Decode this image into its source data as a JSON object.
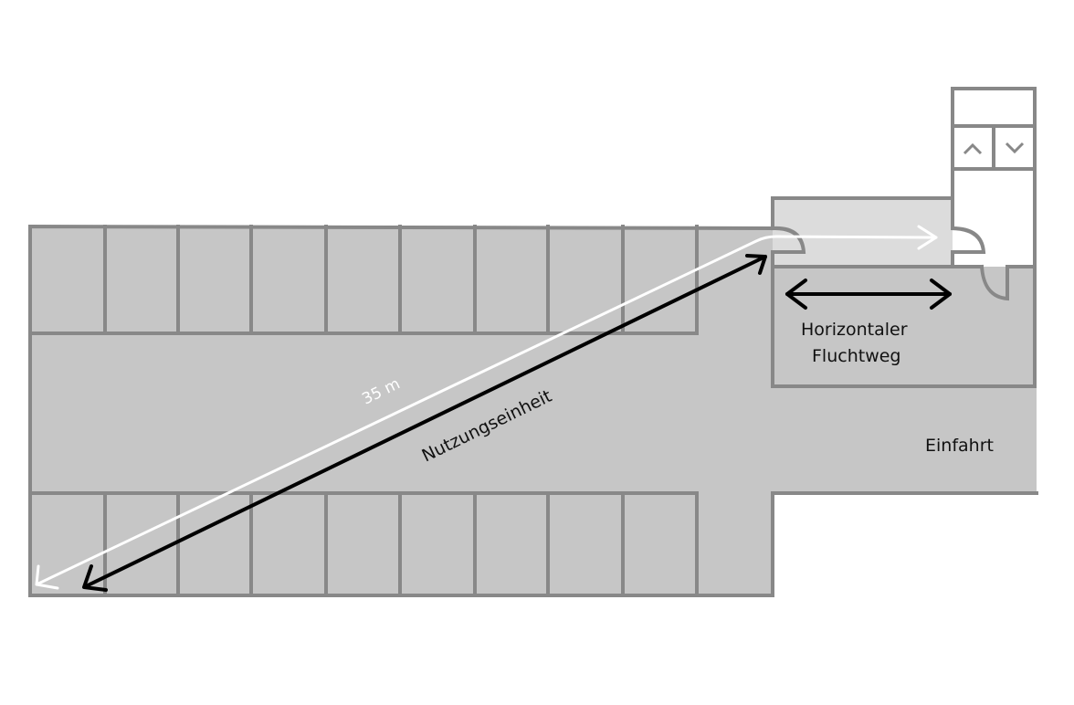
{
  "labels": {
    "distance": "35 m",
    "usage_unit": "Nutzungseinheit",
    "escape_route_line1": "Horizontaler",
    "escape_route_line2": "Fluchtweg",
    "entrance": "Einfahrt"
  },
  "icons": {
    "stair_up": "chevron-up-icon",
    "stair_down": "chevron-down-icon"
  },
  "colors": {
    "wall": "#888888",
    "floor": "#c6c6c6",
    "corridor": "#dcdcdc",
    "escape_path": "#ffffff",
    "dimension_arrow": "#000000"
  }
}
